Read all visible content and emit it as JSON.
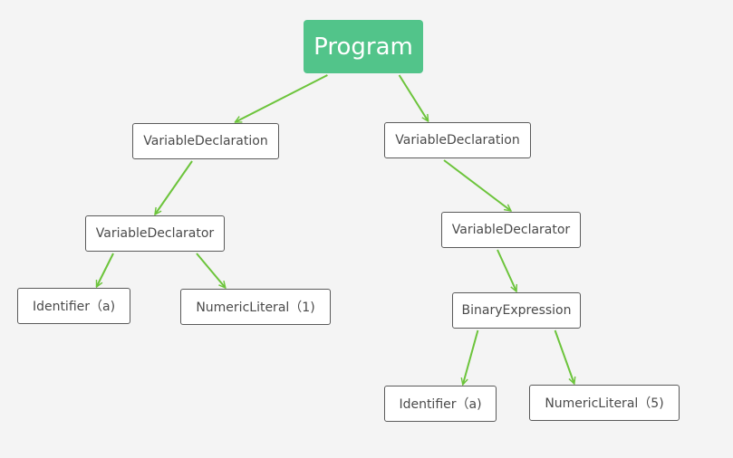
{
  "diagram": {
    "edge_color": "#6cc43b",
    "root_color": "#52c48a",
    "nodes": {
      "program": {
        "label": "Program"
      },
      "var_decl_1": {
        "label": "VariableDeclaration"
      },
      "var_decl_2": {
        "label": "VariableDeclaration"
      },
      "var_declarator_1": {
        "label": "VariableDeclarator"
      },
      "var_declarator_2": {
        "label": "VariableDeclarator"
      },
      "identifier_1": {
        "label": "Identifier（a)"
      },
      "numeric_literal_1": {
        "label": "NumericLiteral（1)"
      },
      "binary_expression": {
        "label": "BinaryExpression"
      },
      "identifier_2": {
        "label": "Identifier（a)"
      },
      "numeric_literal_2": {
        "label": "NumericLiteral（5)"
      }
    },
    "edges": [
      [
        "program",
        "var_decl_1"
      ],
      [
        "program",
        "var_decl_2"
      ],
      [
        "var_decl_1",
        "var_declarator_1"
      ],
      [
        "var_declarator_1",
        "identifier_1"
      ],
      [
        "var_declarator_1",
        "numeric_literal_1"
      ],
      [
        "var_decl_2",
        "var_declarator_2"
      ],
      [
        "var_declarator_2",
        "binary_expression"
      ],
      [
        "binary_expression",
        "identifier_2"
      ],
      [
        "binary_expression",
        "numeric_literal_2"
      ]
    ]
  }
}
